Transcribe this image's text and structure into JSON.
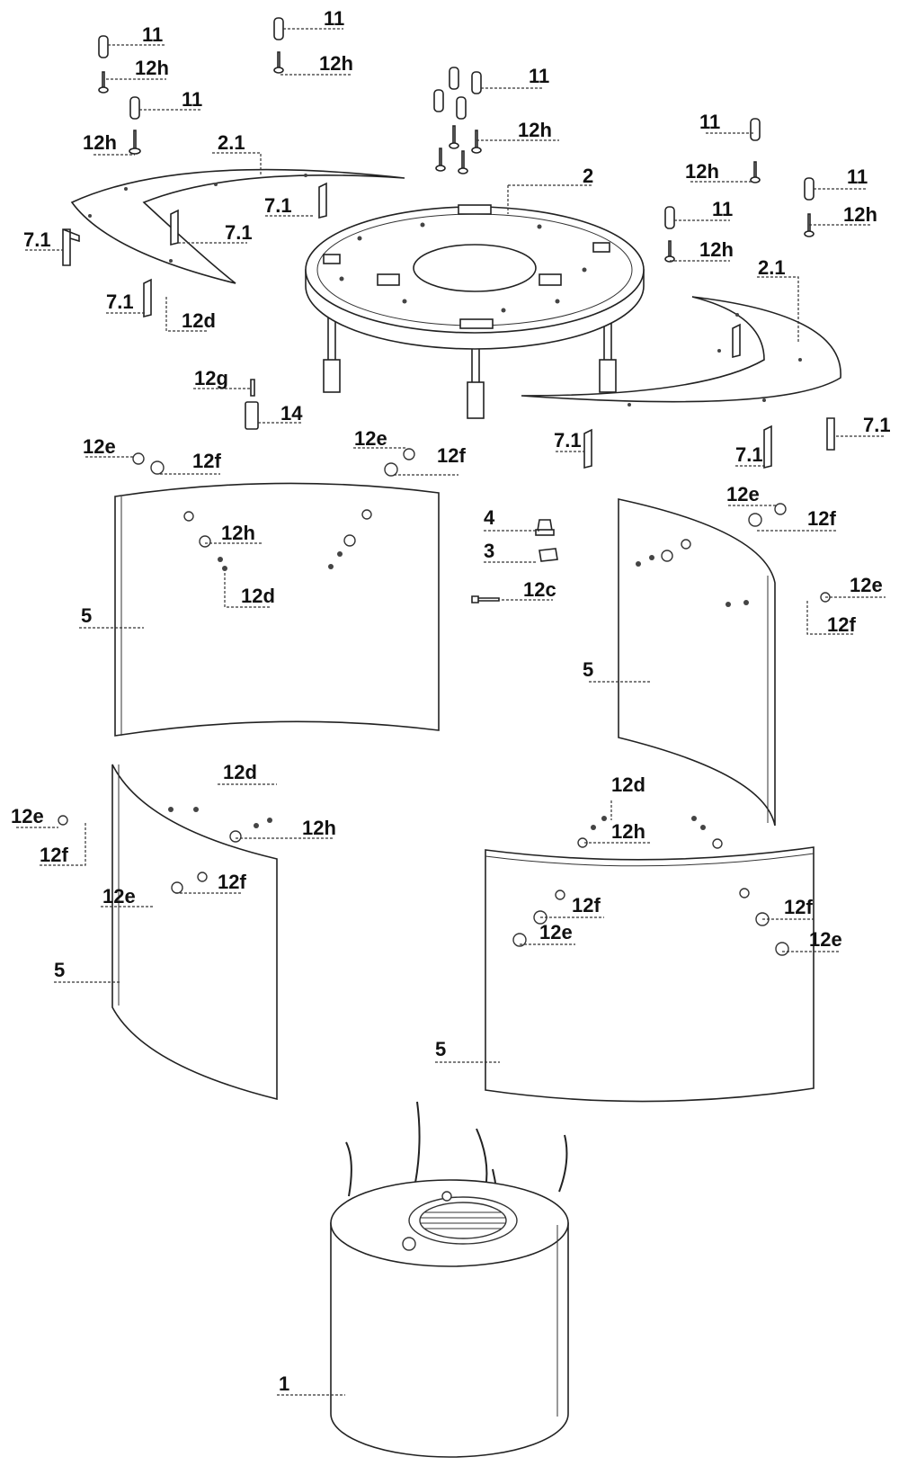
{
  "labels": {
    "part_11": "11",
    "part_12h": "12h",
    "part_2": "2",
    "part_2_1": "2.1",
    "part_7_1": "7.1",
    "part_12d": "12d",
    "part_12g": "12g",
    "part_14": "14",
    "part_12e": "12e",
    "part_12f": "12f",
    "part_4": "4",
    "part_3": "3",
    "part_12c": "12c",
    "part_5": "5",
    "part_1": "1"
  }
}
